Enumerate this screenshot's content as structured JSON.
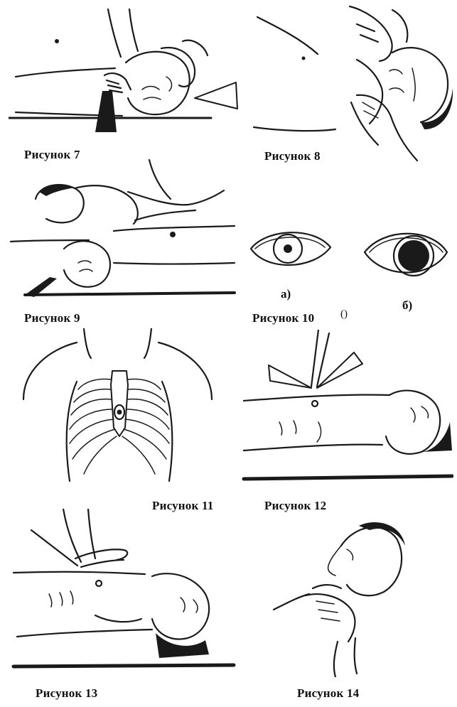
{
  "figures": [
    {
      "id": "fig7",
      "caption": "Рисунок 7"
    },
    {
      "id": "fig8",
      "caption": "Рисунок 8"
    },
    {
      "id": "fig9",
      "caption": "Рисунок 9"
    },
    {
      "id": "fig10",
      "caption": "Рисунок 10",
      "sublabels": [
        "а)",
        "б)"
      ],
      "mark": "()"
    },
    {
      "id": "fig11",
      "caption": "Рисунок 11"
    },
    {
      "id": "fig12",
      "caption": "Рисунок 12"
    },
    {
      "id": "fig13",
      "caption": "Рисунок 13"
    },
    {
      "id": "fig14",
      "caption": "Рисунок 14"
    }
  ]
}
